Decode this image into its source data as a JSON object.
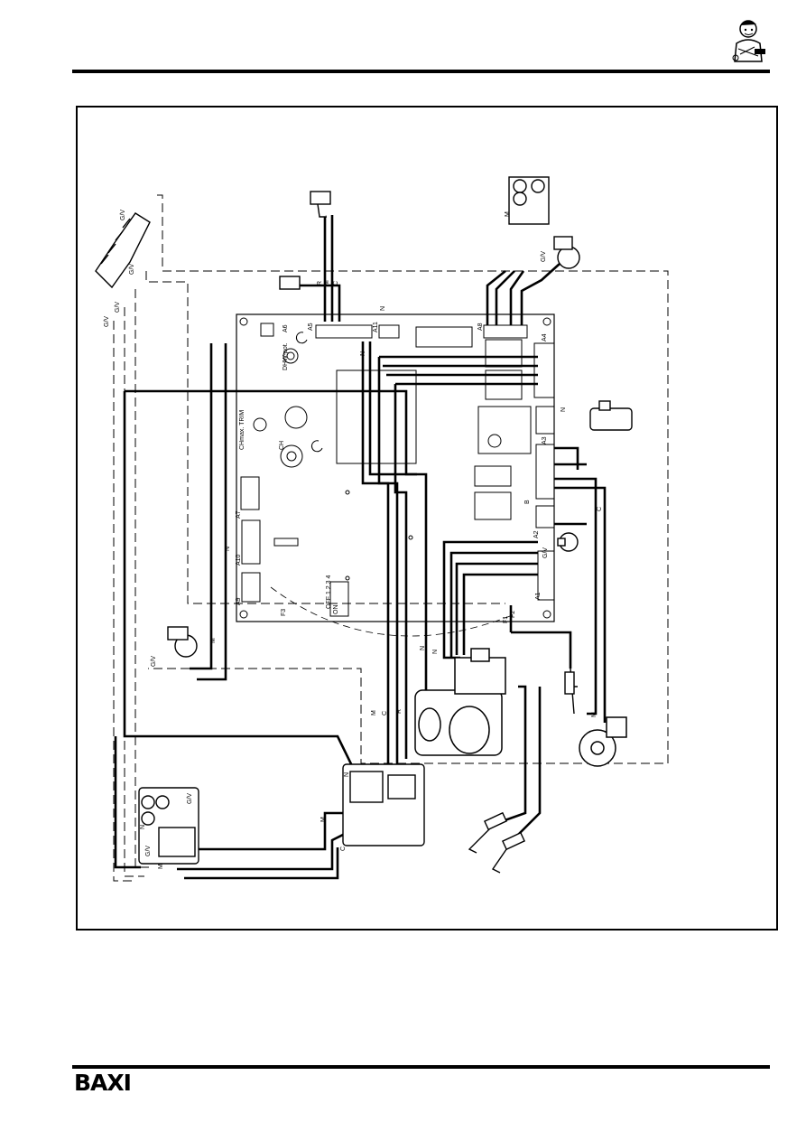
{
  "footer": {
    "brand": "BAXI"
  },
  "diagram": {
    "labels": {
      "dhw_pot": "DHW-pot.",
      "a6": "A6",
      "a5": "A5",
      "a11": "A11",
      "a8": "A8",
      "a4": "A4",
      "a3": "A3",
      "a2": "A2",
      "a1": "A1",
      "a7": "A7",
      "a10": "A10",
      "a9": "A9",
      "chmax_trim": "CHmax. TRIM",
      "ch": "CH",
      "f3": "F3",
      "f2": "F2",
      "f1": "F1",
      "on": "ON",
      "dip": "OFF 1 2 3 4",
      "gv": "G/V",
      "m": "M",
      "n": "N",
      "c": "C",
      "r": "R",
      "b": "B"
    }
  }
}
